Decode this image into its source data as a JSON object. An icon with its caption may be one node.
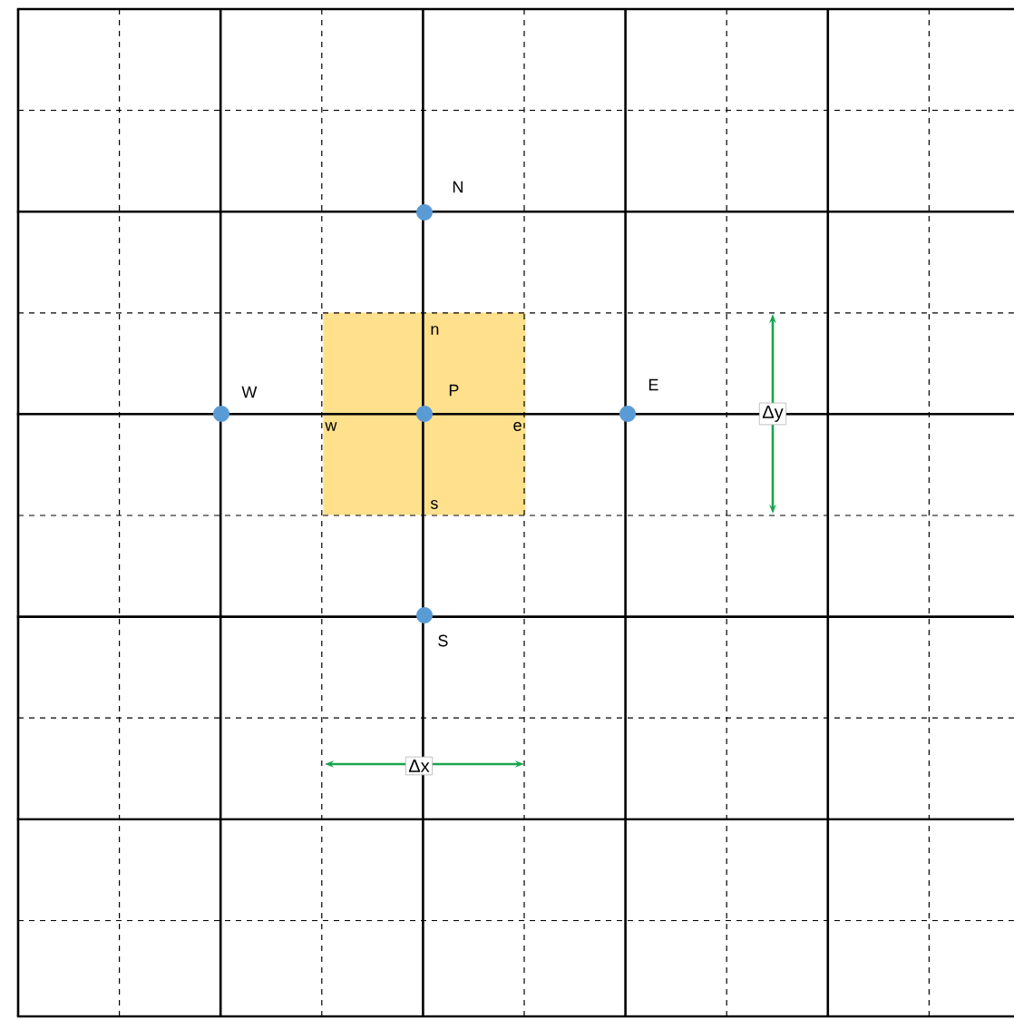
{
  "diagram": {
    "nodes": [
      {
        "text": [],
        "shape": "box"
      },
      {
        "text": [],
        "shape": "circle",
        "beside": [
          "N"
        ]
      },
      {
        "text": [],
        "shape": "circle",
        "beside": [
          "W"
        ]
      },
      {
        "text": [],
        "shape": "circle",
        "beside": [
          "P"
        ],
        "in": 0
      },
      {
        "text": [],
        "shape": "circle",
        "beside": [
          "E"
        ]
      },
      {
        "text": [],
        "shape": "circle",
        "beside": [
          "S"
        ]
      }
    ],
    "labels": [
      "n",
      "w",
      "e",
      "Δy",
      "s",
      "Δx"
    ]
  }
}
